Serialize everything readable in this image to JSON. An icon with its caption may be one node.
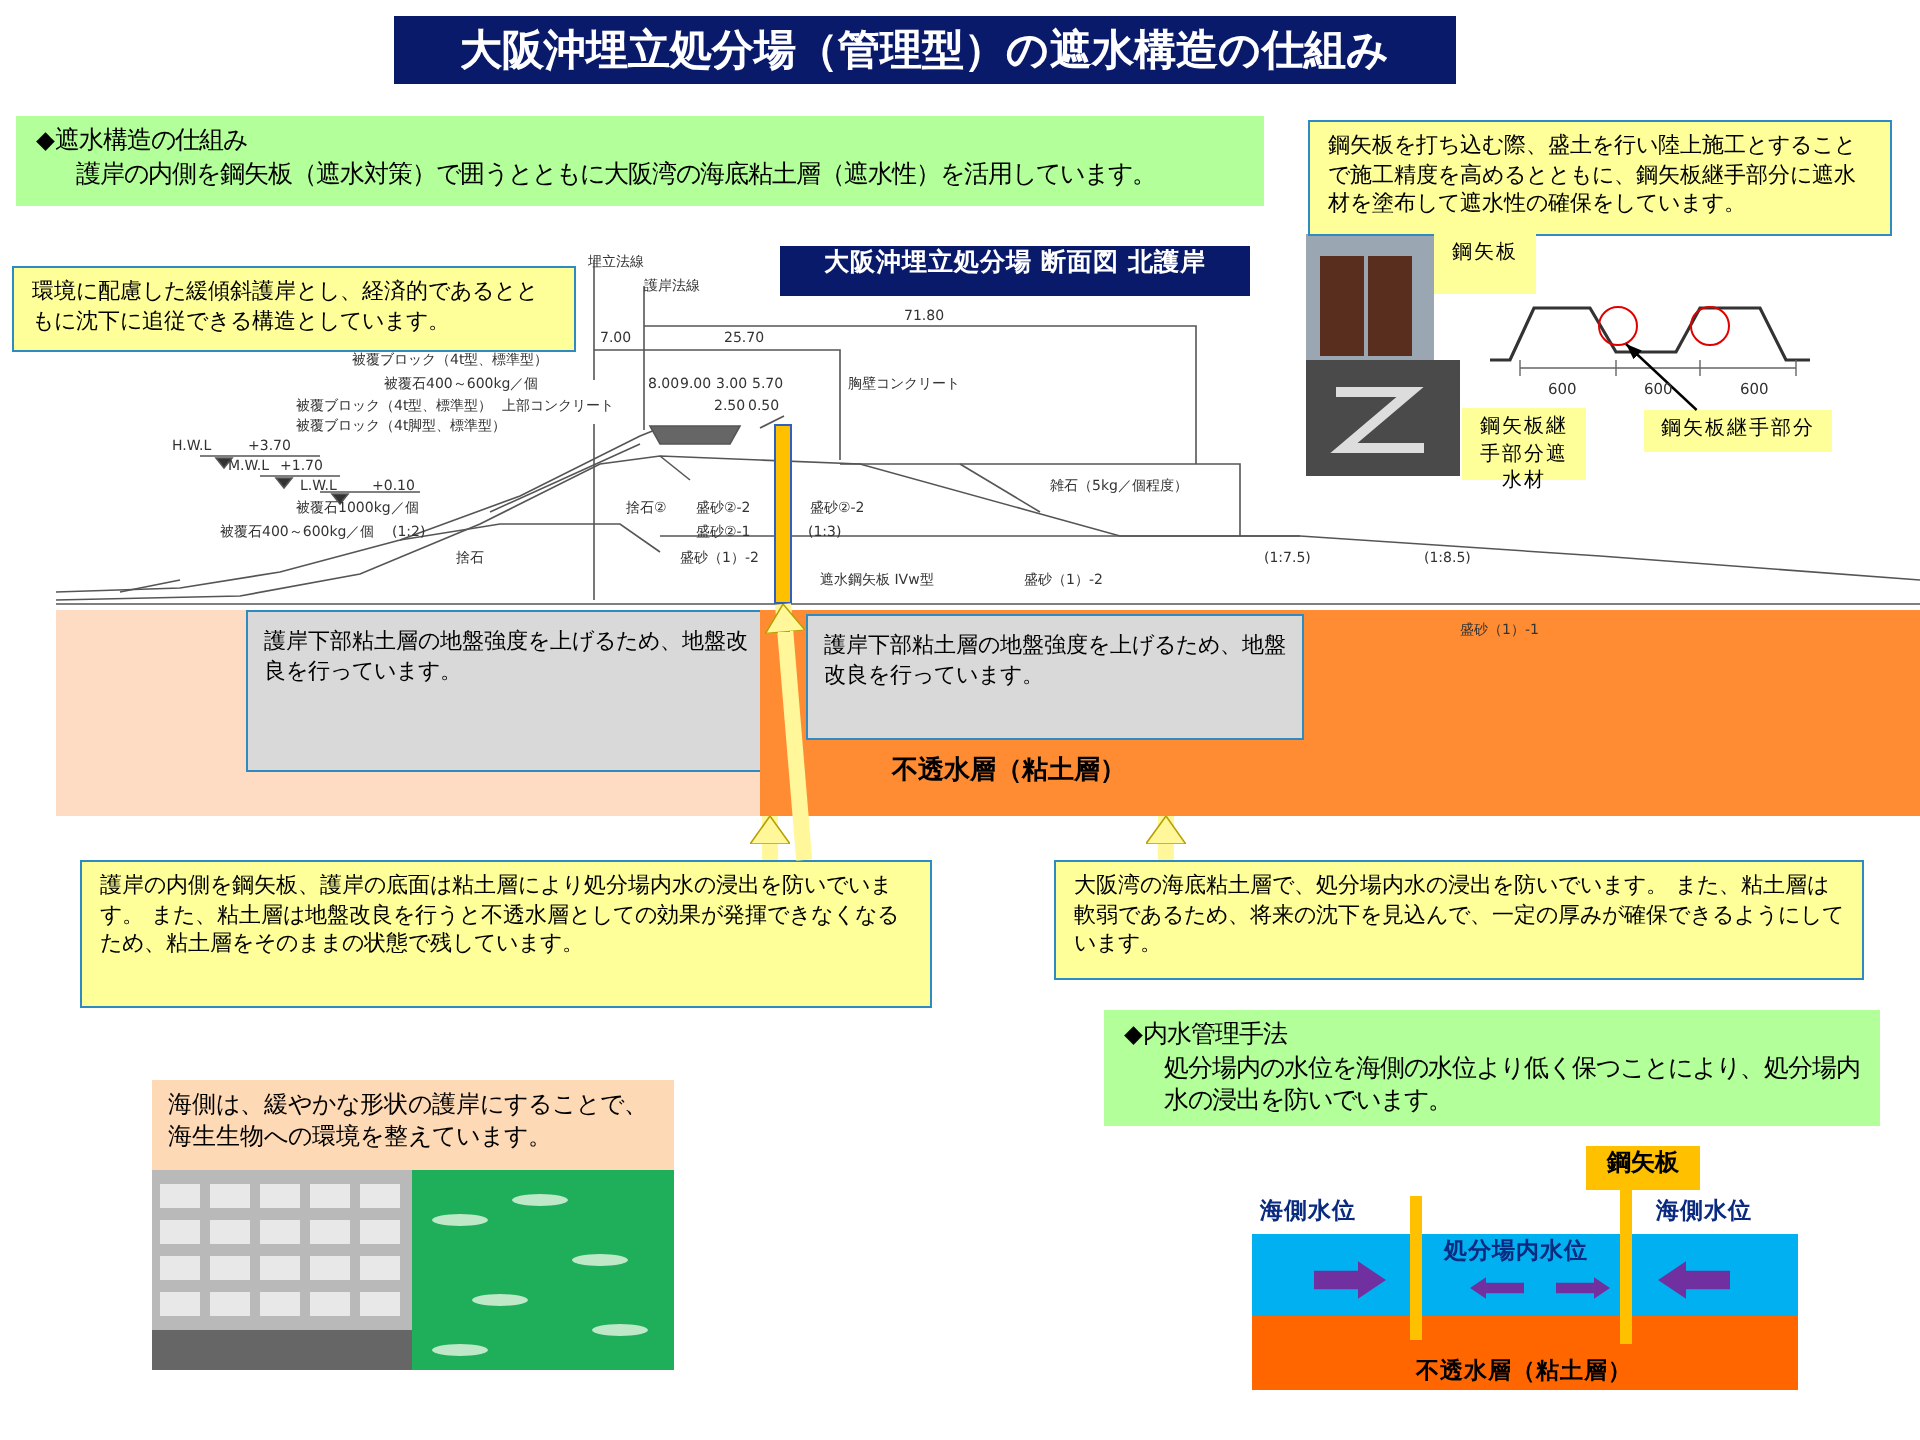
{
  "diagram": {
    "title": "大阪沖埋立処分場（管理型）の遮水構造の仕組み",
    "nodes": [
      {
        "text": [
          "◆遮水構造の仕組み",
          "護岸の内側を鋼矢板（遮水対策）で囲うとともに大阪湾の海底粘土層（遮水性）を活用しています。"
        ]
      },
      {
        "text": [
          "環境に配慮した緩傾斜護岸とし、経済的であるとともに沈下に追従できる構造としています。"
        ]
      },
      {
        "text": [
          "鋼矢板を打ち込む際、盛土を行い陸上施工とすることで施工精度を高めるとともに、鋼矢板継手部分に遮水材を塗布して遮水性の確保をしています。"
        ]
      },
      {
        "text": [
          "大阪沖埋立処分場 断面図 北護岸"
        ]
      },
      {
        "text": [
          "護岸下部粘土層の地盤強度を上げるため、地盤改良を行っています。"
        ]
      },
      {
        "text": [
          "不透水層（粘土層）"
        ]
      },
      {
        "text": [
          "護岸下部粘土層の地盤強度を上げるため、地盤改良を行っています。"
        ],
        "in": 5
      },
      {
        "text": [],
        "shape": "bar"
      },
      {
        "text": [
          "護岸の内側を鋼矢板、護岸の底面は粘土層により処分場内水の浸出を防いでいます。 また、粘土層は地盤改良を行うと不透水層としての効果が発揮できなくなるため、粘土層をそのままの状態で残しています。"
        ]
      },
      {
        "text": [
          "大阪湾の海底粘土層で、処分場内水の浸出を防いでいます。 また、粘土層は軟弱であるため、将来の沈下を見込んで、一定の厚みが確保できるようにしています。"
        ]
      },
      {
        "text": [
          "鋼矢板"
        ]
      },
      {
        "text": [
          "鋼矢板継手部分遮水材"
        ]
      },
      {
        "text": [
          "鋼矢板継手部分"
        ]
      },
      {
        "text": [],
        "shape": "circle"
      },
      {
        "text": [],
        "shape": "circle"
      },
      {
        "text": [
          "海側は、緩やかな形状の護岸にすることで、海生生物への環境を整えています。"
        ]
      },
      {
        "text": [
          "◆内水管理手法",
          "処分場内の水位を海側の水位より低く保つことにより、処分場内水の浸出を防いでいます。"
        ]
      },
      {
        "text": [
          "鋼矢板"
        ]
      }
    ],
    "edges": [
      {
        "from": 8,
        "to": 5,
        "arrow": "to"
      },
      {
        "from": 8,
        "to": 7,
        "arrow": "to"
      },
      {
        "from": 9,
        "to": 5,
        "arrow": "to"
      },
      {
        "from": 12,
        "to": 13,
        "arrow": "to",
        "color": "#000000"
      }
    ],
    "labels": [
      "埋立法線",
      "護岸法線",
      "71.80",
      "7.00",
      "25.70",
      "被覆ブロック（4t型、標準型）",
      "被覆石400～600kg／個",
      "8.00",
      "9.00",
      "3.00",
      "5.70",
      "胸壁コンクリート",
      "600",
      "600",
      "600",
      "被覆ブロック（4t型、標準型）",
      "上部コンクリート",
      "2.50",
      "0.50",
      "被覆ブロック（4t脚型、標準型）",
      "H.W.L",
      "+3.70",
      "M.W.L",
      "+1.70",
      "L.W.L",
      "+0.10",
      "雑石（5kg／個程度）",
      "被覆石1000kg／個",
      "捨石②",
      "盛砂②-2",
      "盛砂②-2",
      "被覆石400～600kg／個",
      "(1:2)",
      "盛砂②-1",
      "(1:3)",
      "捨石",
      "盛砂（1）-2",
      "(1:7.5)",
      "(1:8.5)",
      "遮水鋼矢板 IVw型",
      "盛砂（1）-2",
      "盛砂（1）-1",
      "海側水位",
      "海側水位",
      "処分場内水位",
      "不透水層（粘土層）"
    ]
  }
}
